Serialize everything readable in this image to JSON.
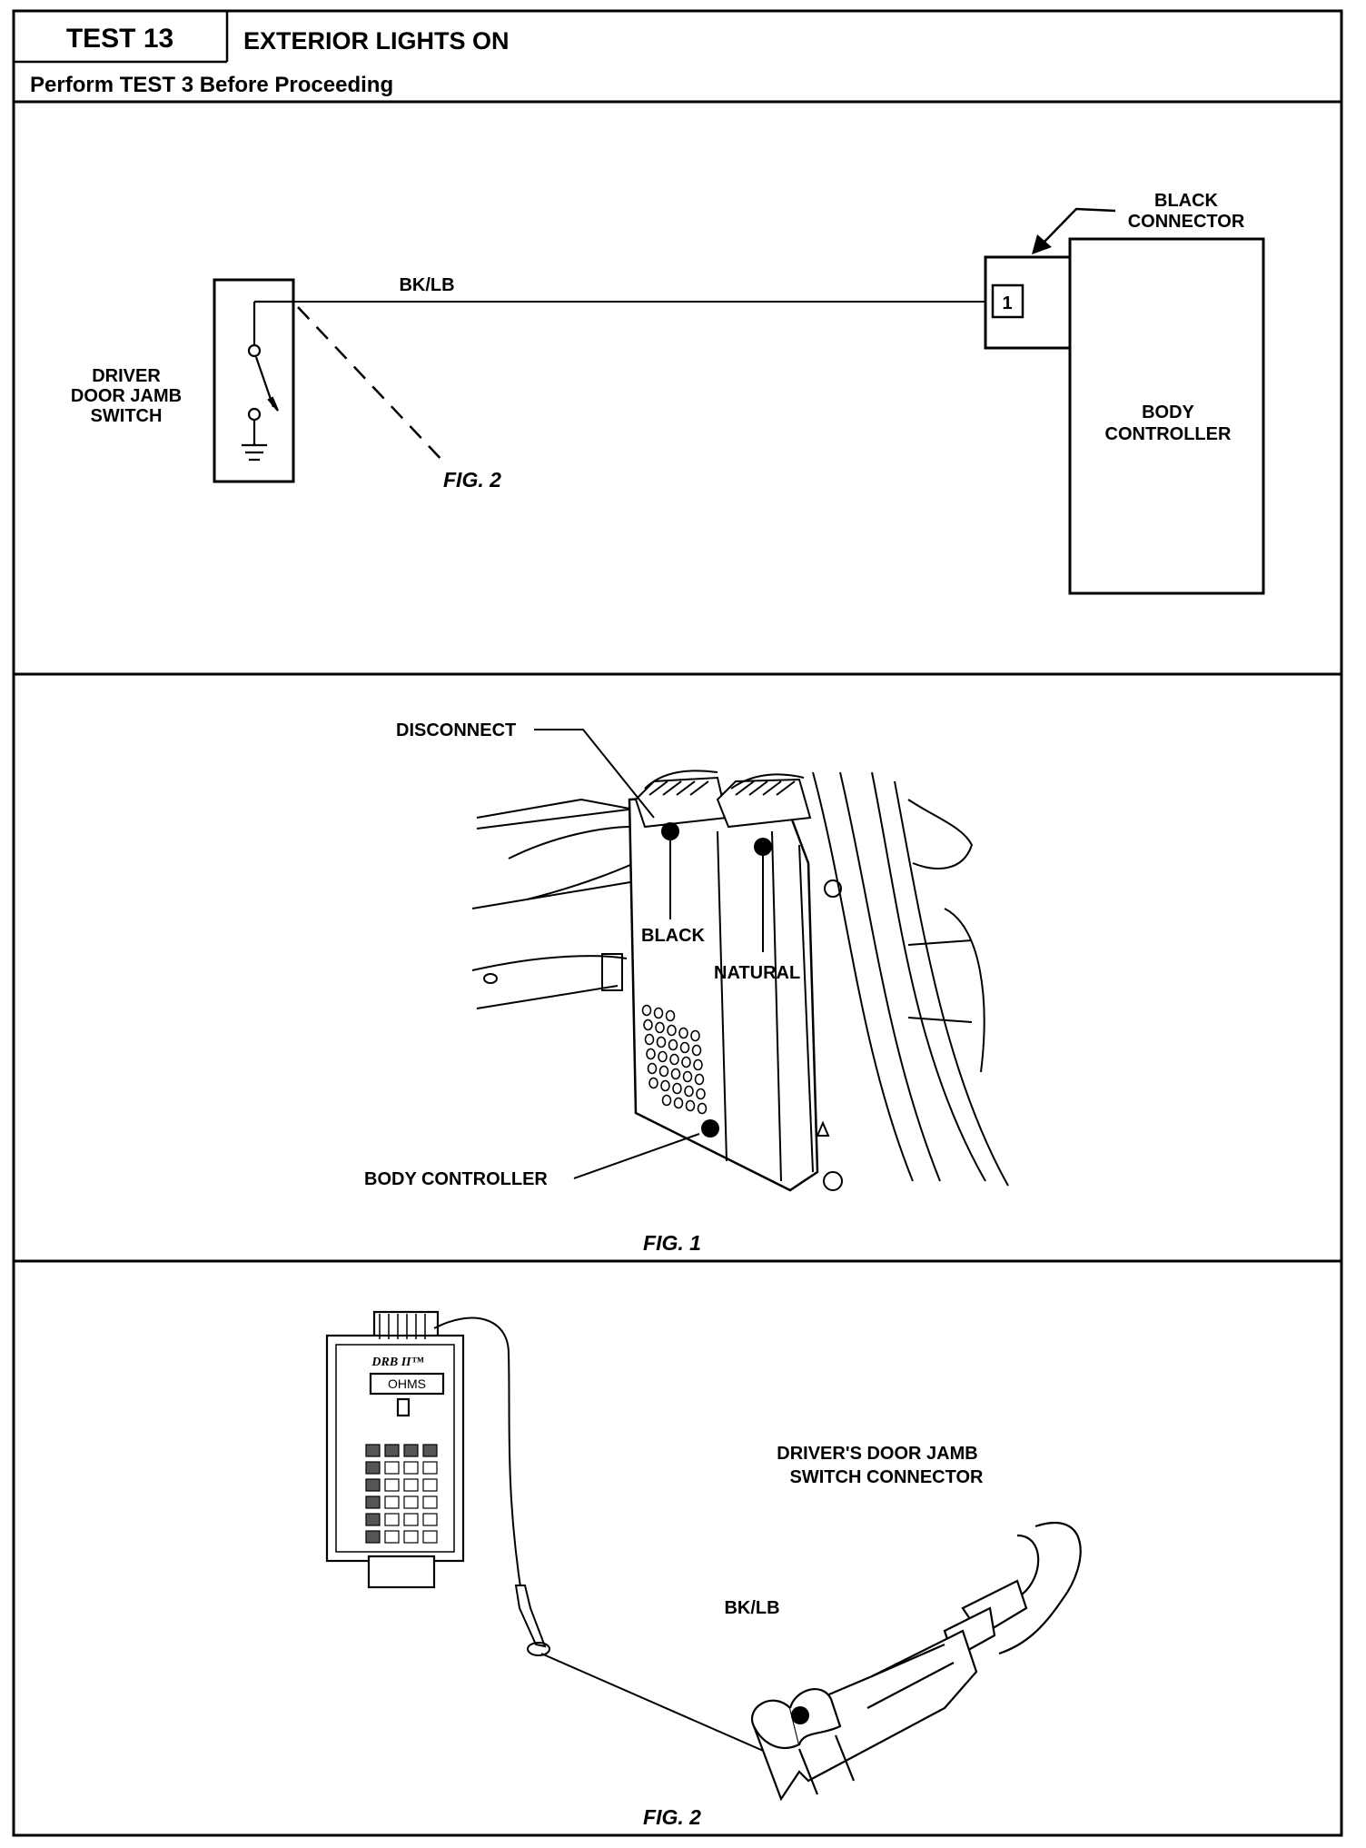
{
  "header": {
    "test_label": "TEST 13",
    "title": "EXTERIOR LIGHTS ON",
    "prerequisite": "Perform TEST 3 Before Proceeding"
  },
  "schematic": {
    "switch_label": [
      "DRIVER",
      "DOOR JAMB",
      "SWITCH"
    ],
    "wire_label": "BK/LB",
    "connector_label": [
      "BLACK",
      "CONNECTOR"
    ],
    "pin_number": "1",
    "controller_label": [
      "BODY",
      "CONTROLLER"
    ],
    "fig_ref": "FIG. 2"
  },
  "figure1": {
    "disconnect": "DISCONNECT",
    "black": "BLACK",
    "natural": "NATURAL",
    "body_controller": "BODY CONTROLLER",
    "caption": "FIG. 1"
  },
  "figure2": {
    "tester_brand": "DRB II™",
    "tester_display": "OHMS",
    "connector_label": [
      "DRIVER'S DOOR JAMB",
      "SWITCH CONNECTOR"
    ],
    "wire_label": "BK/LB",
    "caption": "FIG. 2"
  }
}
